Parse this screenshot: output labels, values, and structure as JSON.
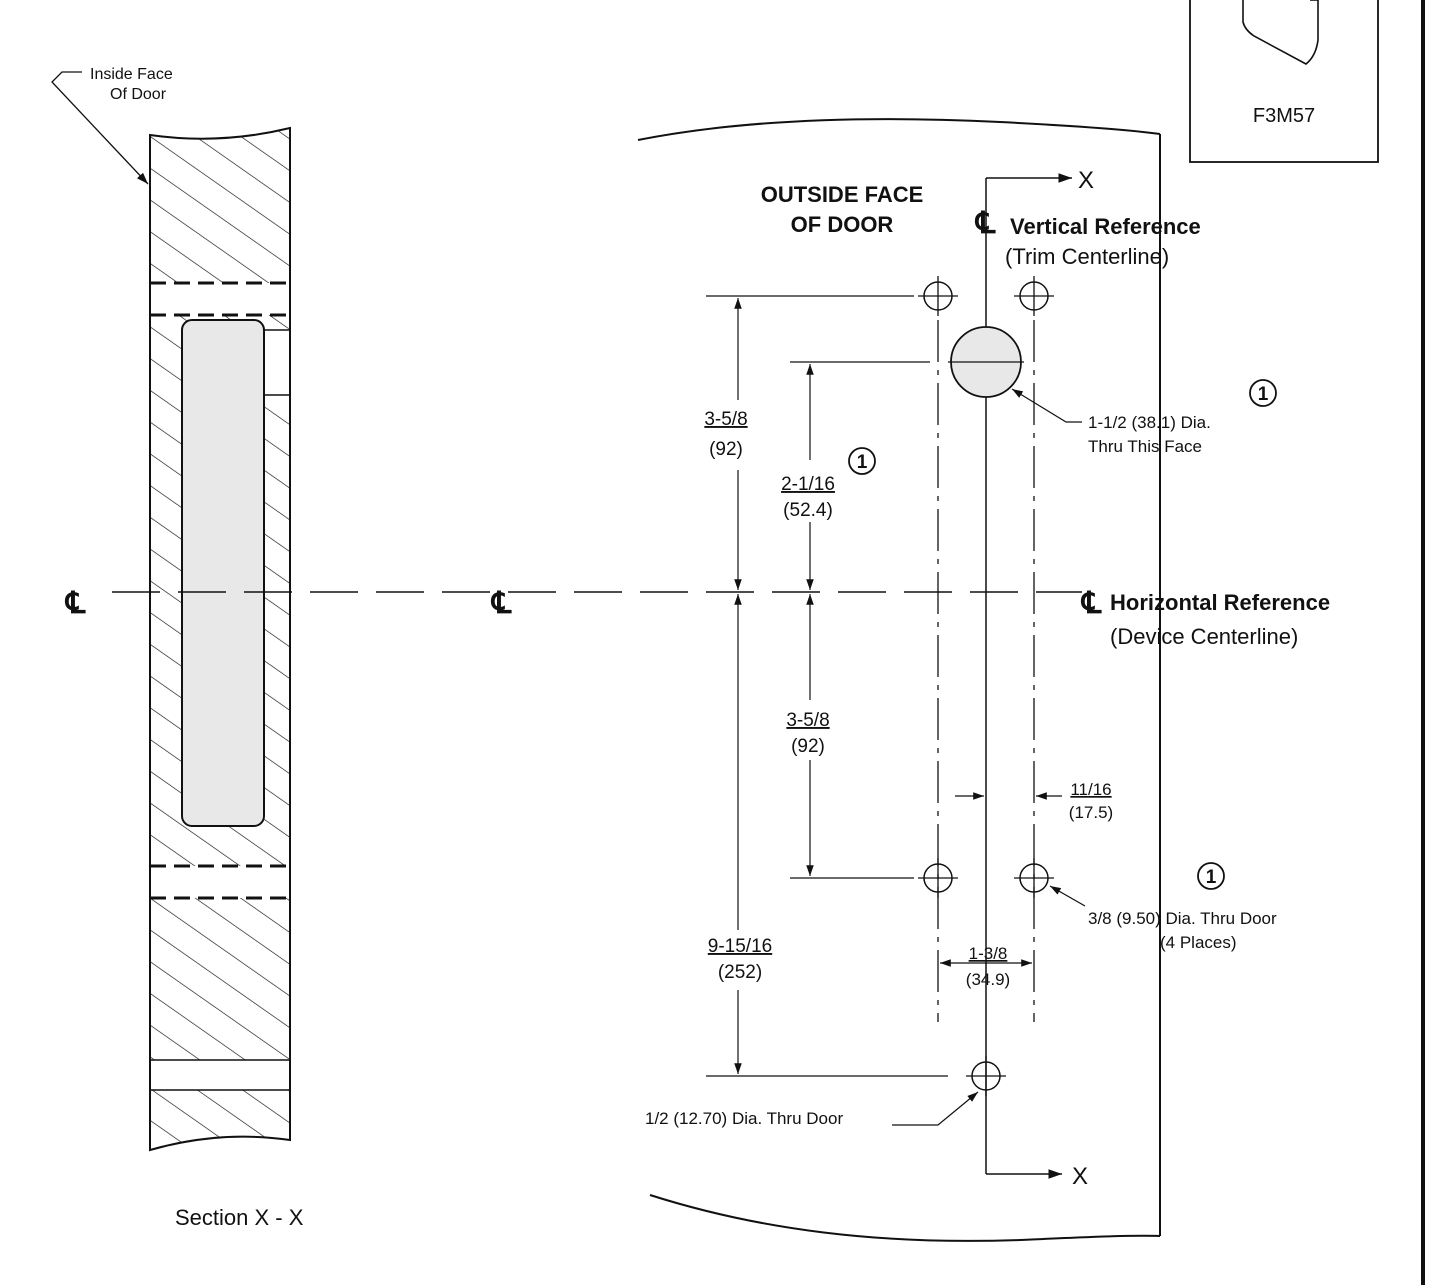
{
  "title_block": {
    "code": "F3M57"
  },
  "section": {
    "inside_face_label_1": "Inside Face",
    "inside_face_label_2": "Of Door",
    "caption": "Section X - X"
  },
  "outside_face": {
    "line1": "OUTSIDE FACE",
    "line2": "OF DOOR"
  },
  "centerline_symbol": "℄",
  "vertical_reference": {
    "title": "Vertical Reference",
    "subtitle": "(Trim Centerline)"
  },
  "horizontal_reference": {
    "title": "Horizontal Reference",
    "subtitle": "(Device Centerline)"
  },
  "section_cut_letter": "X",
  "note_marker": "1",
  "dimensions": {
    "d1": {
      "frac": "3-5/8",
      "mm": "(92)"
    },
    "d2": {
      "frac": "2-1/16",
      "mm": "(52.4)"
    },
    "d3": {
      "frac": "3-5/8",
      "mm": "(92)"
    },
    "d4": {
      "frac": "9-15/16",
      "mm": "(252)"
    },
    "d5": {
      "frac": "11/16",
      "mm": "(17.5)"
    },
    "d6": {
      "frac": "1-3/8",
      "mm": "(34.9)"
    }
  },
  "callouts": {
    "large_hole_1": "1-1/2 (38.1) Dia.",
    "large_hole_2": "Thru This Face",
    "small_holes_1": "3/8 (9.50) Dia. Thru Door",
    "small_holes_2": "(4 Places)",
    "bottom_hole": "1/2 (12.70) Dia. Thru Door"
  }
}
